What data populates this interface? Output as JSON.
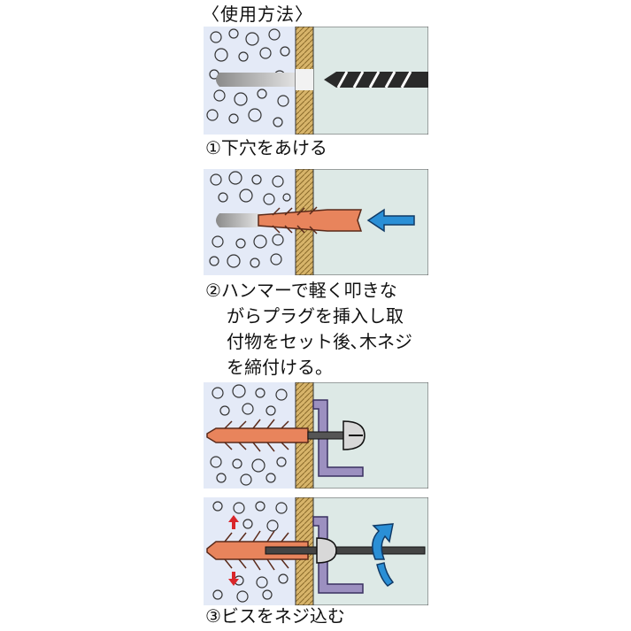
{
  "heading": "〈使用方法〉",
  "steps": [
    {
      "lines": [
        "①下穴をあける"
      ]
    },
    {
      "lines": [
        "②ハンマーで軽く叩きな",
        "がらプラグを挿入し取",
        "付物をセット後､木ネジ",
        "を締付ける。"
      ]
    },
    {
      "lines": []
    },
    {
      "lines": [
        "③ビスをネジ込む"
      ]
    }
  ],
  "colors": {
    "panel_bg": "#dde9e6",
    "concrete": "#e4eaf7",
    "wood": "#d7b46a",
    "plug": "#e8845c",
    "arrow_blue": "#2a8fd6",
    "bracket": "#9c90c0",
    "expansion_arrow": "#d9262a"
  },
  "icons": [
    "drill-bit-icon",
    "insert-arrow-icon",
    "screw-icon",
    "rotate-arrow-icon",
    "expansion-arrow-icon"
  ]
}
